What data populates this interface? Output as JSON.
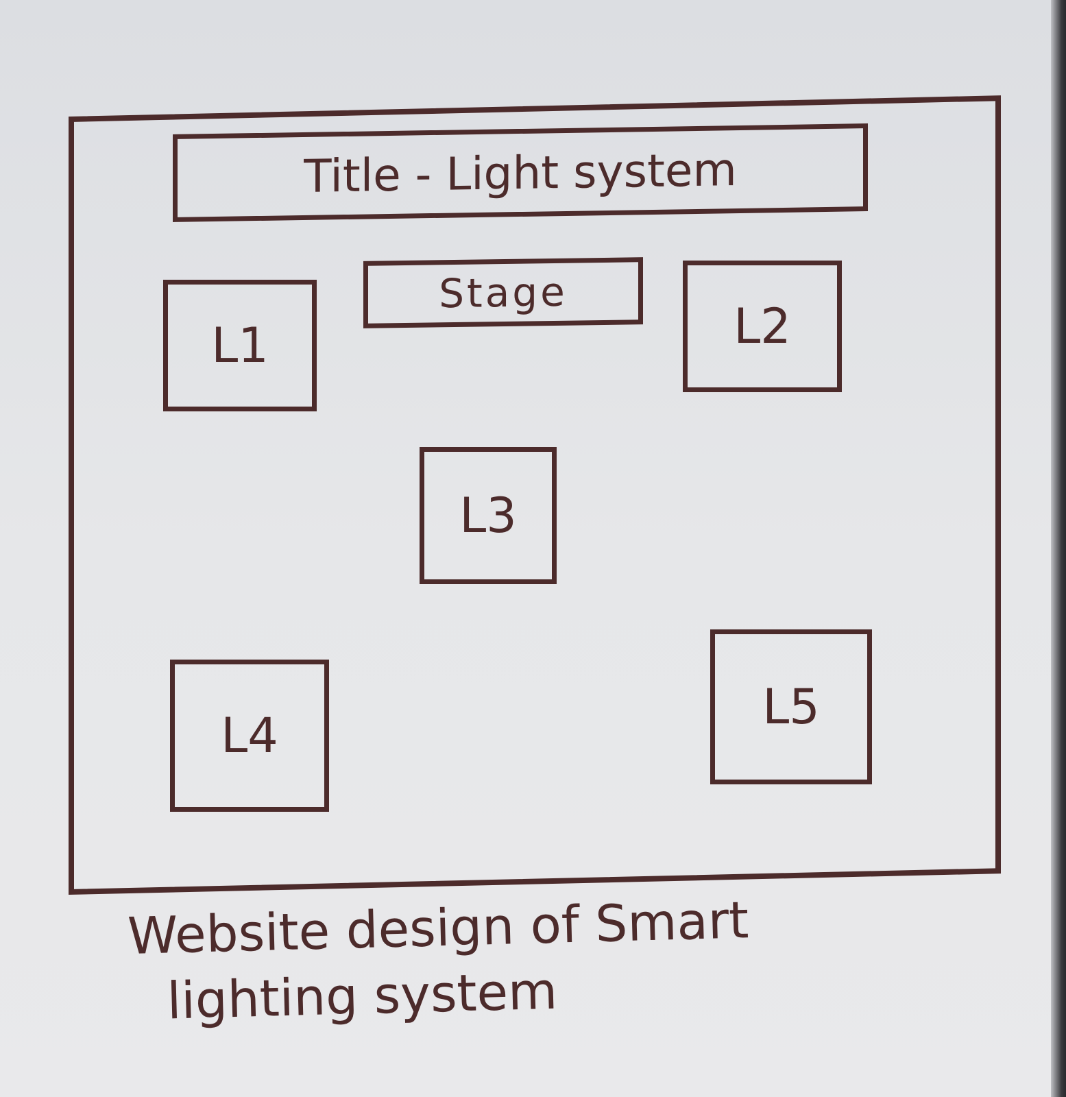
{
  "title": "Title - Light system",
  "stage_label": "Stage",
  "lights": [
    {
      "label": "L1"
    },
    {
      "label": "L2"
    },
    {
      "label": "L3"
    },
    {
      "label": "L4"
    },
    {
      "label": "L5"
    }
  ],
  "caption": {
    "line1": "Website design of Smart",
    "line2": "lighting system"
  },
  "colors": {
    "ink": "#4c2b2b",
    "paper": "#e6e7e9"
  }
}
